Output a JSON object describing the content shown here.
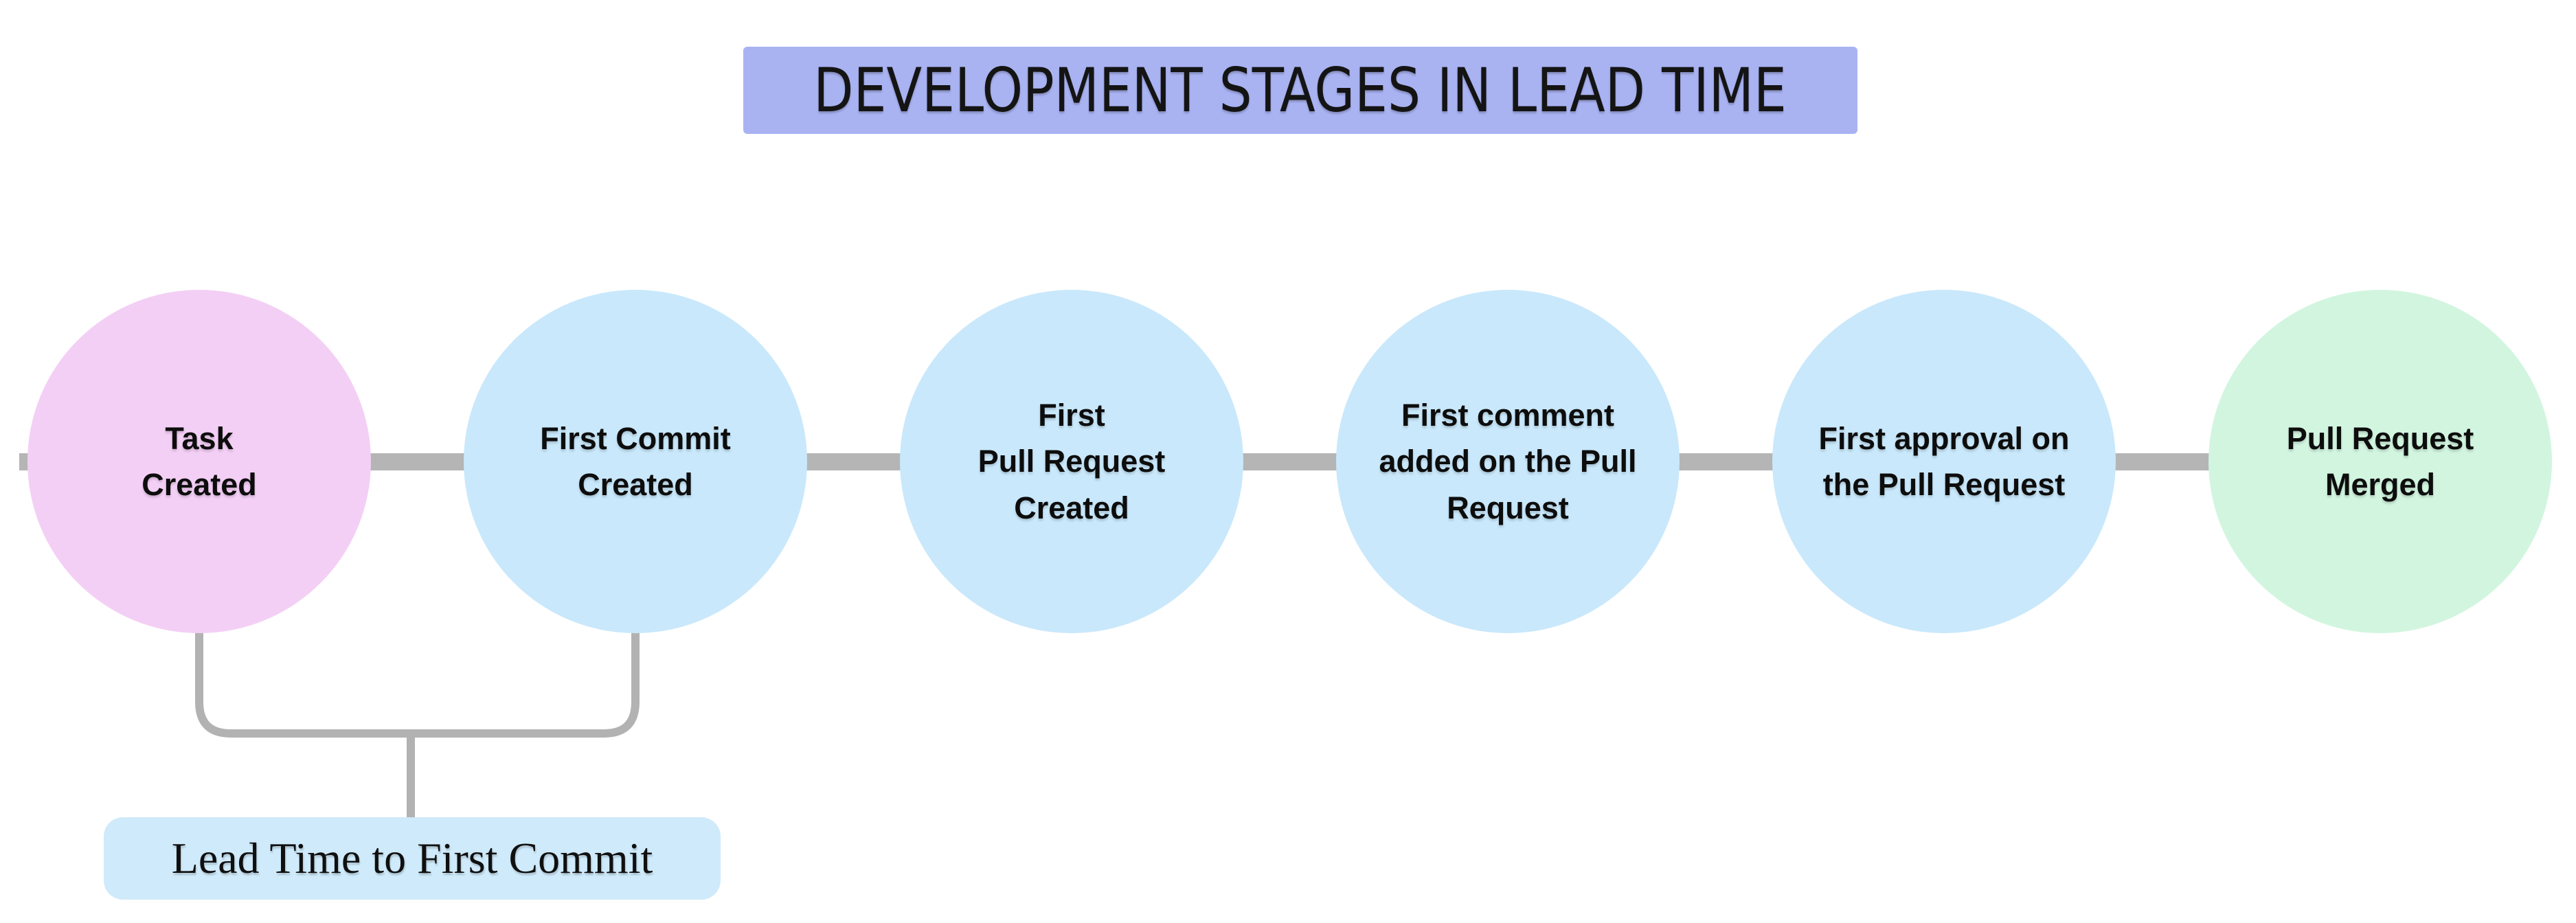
{
  "title": {
    "text": "DEVELOPMENT STAGES IN LEAD TIME"
  },
  "stages": [
    {
      "label": "Task\nCreated",
      "color": "#f3cff5"
    },
    {
      "label": "First Commit\nCreated",
      "color": "#c9e8fb"
    },
    {
      "label": "First\nPull Request\nCreated",
      "color": "#c9e8fb"
    },
    {
      "label": "First comment\nadded on the Pull\nRequest",
      "color": "#c9e8fb"
    },
    {
      "label": "First approval on\nthe Pull Request",
      "color": "#c9e8fb"
    },
    {
      "label": "Pull Request\nMerged",
      "color": "#d2f5e0"
    }
  ],
  "annotation": {
    "label": "Lead Time to First Commit",
    "bg": "#cfeafa"
  },
  "colors": {
    "title_bg": "#a9b3f2",
    "connector": "#b5b5b5",
    "bracket": "#b2b2b2",
    "background": "#ffffff",
    "text": "#111111"
  }
}
